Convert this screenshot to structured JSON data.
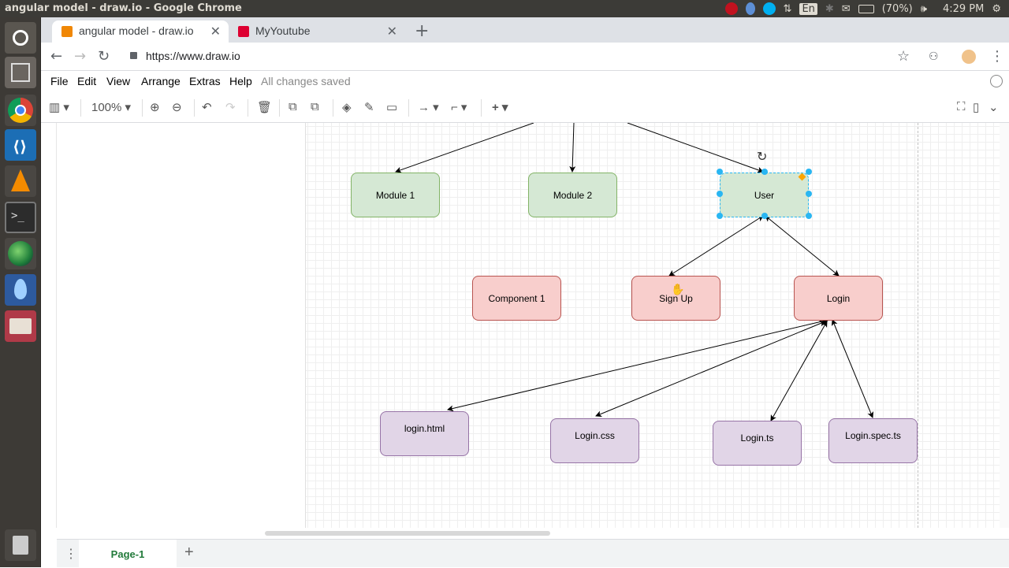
{
  "os": {
    "window_title": "angular model - draw.io - Google Chrome",
    "tray": {
      "language": "En",
      "battery": "(70%)",
      "time": "4:29 PM"
    }
  },
  "browser": {
    "tabs": [
      {
        "label": "angular model - draw.io",
        "icon": "drawio-icon"
      },
      {
        "label": "MyYoutube",
        "icon": "angular-icon"
      }
    ],
    "url": "https://www.draw.io"
  },
  "menu": {
    "items": [
      "File",
      "Edit",
      "View",
      "Arrange",
      "Extras",
      "Help"
    ],
    "status": "All changes saved"
  },
  "toolbar": {
    "zoom": "100%"
  },
  "diagram": {
    "nodes": {
      "module1": "Module 1",
      "module2": "Module 2",
      "user": "User",
      "component1": "Component 1",
      "signup": "Sign Up",
      "login": "Login",
      "login_html": "login.html",
      "login_css": "Login.css",
      "login_ts": "Login.ts",
      "login_spec": "Login.spec.ts"
    },
    "colors": {
      "green_fill": "#d5e8d4",
      "red_fill": "#f8cecc",
      "purple_fill": "#e1d5e7",
      "selection": "#29b6f2"
    }
  },
  "pages": {
    "current": "Page-1"
  }
}
